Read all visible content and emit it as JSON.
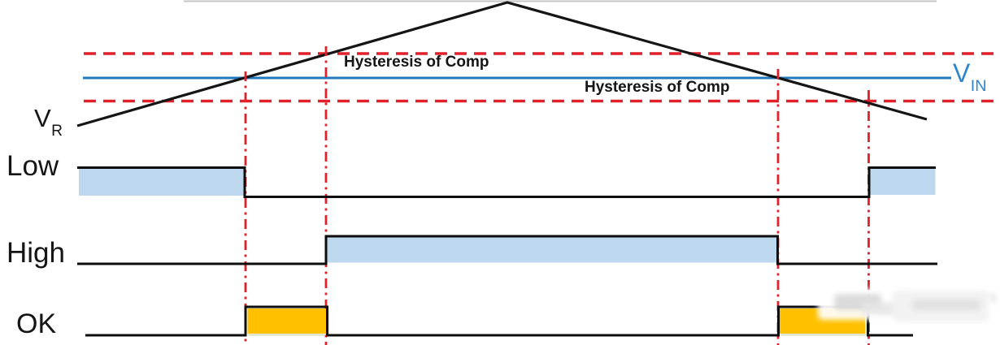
{
  "diagram": {
    "type": "timing-diagram",
    "description": "Triangular ramp VR compared to VIN with comparator hysteresis band; digital outputs Low, High and OK window pulses",
    "labels": {
      "ramp": {
        "main": "V",
        "sub": "R"
      },
      "input": {
        "main": "V",
        "sub": "IN"
      },
      "hysteresis_upper": "Hysteresis of Comp",
      "hysteresis_lower": "Hysteresis of Comp",
      "signal_low": "Low",
      "signal_high": "High",
      "signal_ok": "OK"
    },
    "signals": [
      {
        "name": "Low",
        "states": "high until marker 1, low between markers 1 and 4, high after marker 4"
      },
      {
        "name": "High",
        "states": "low until marker 2, high between markers 2 and 3, low after marker 3"
      },
      {
        "name": "OK",
        "states": "low with pulses between markers 1-2 and markers 3-4"
      }
    ],
    "markers": {
      "count": 4,
      "meaning": "crossings of ramp with VIN and with hysteresis band edges"
    },
    "colors": {
      "background": "#ffffff",
      "ramp_line": "#151515",
      "vin_line": "#2278bd",
      "vin_text": "#2e86cd",
      "hysteresis_dashed": "#e1202a",
      "marker_dashdot": "#e1202a",
      "fill_low_high": "#bdd7ee",
      "fill_ok": "#ffc000",
      "signal_outline": "#0d0d0d",
      "top_border": "#c4c4c4",
      "watermark": "#dedede"
    }
  }
}
